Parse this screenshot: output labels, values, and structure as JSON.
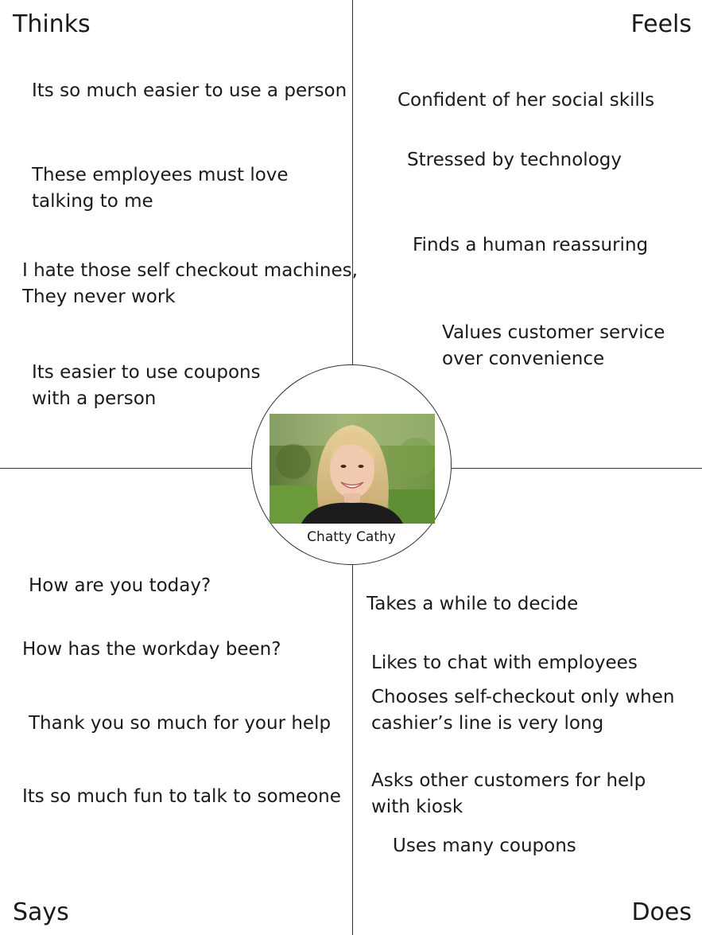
{
  "quadrants": {
    "thinks": {
      "title": "Thinks",
      "items": [
        "Its so much easier to use a person",
        "These employees must love\ntalking to me",
        "I hate those self checkout machines,\nThey never work",
        "Its easier to use coupons\nwith a person"
      ]
    },
    "feels": {
      "title": "Feels",
      "items": [
        "Confident of her social skills",
        "Stressed by technology",
        "Finds a human reassuring",
        "Values customer service\nover convenience"
      ]
    },
    "says": {
      "title": "Says",
      "items": [
        "How are you today?",
        "How has the workday been?",
        "Thank you so much for your help",
        "Its so much fun to talk to someone"
      ]
    },
    "does": {
      "title": "Does",
      "items": [
        "Takes a while to decide",
        "Likes to chat with employees",
        "Chooses self-checkout only when\ncashier’s line is very long",
        "Asks other customers for help\nwith kiosk",
        "Uses many coupons"
      ]
    }
  },
  "persona": {
    "name": "Chatty Cathy",
    "photo_icon": "persona-photo"
  }
}
